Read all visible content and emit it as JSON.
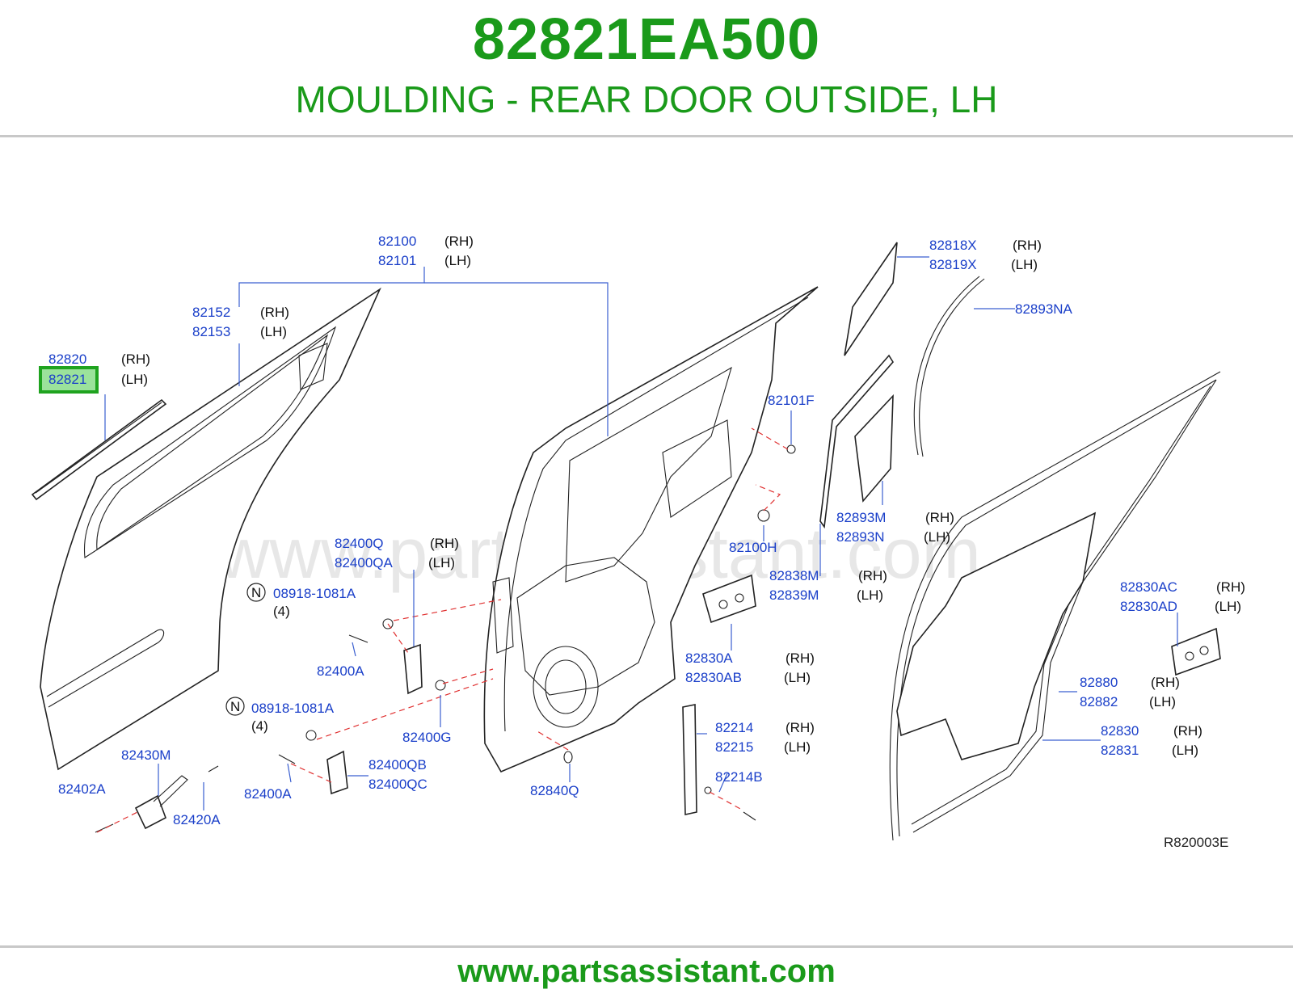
{
  "header": {
    "part_number": "82821EA500",
    "description": "MOULDING - REAR DOOR OUTSIDE, LH"
  },
  "watermark": "www.partsassistant.com",
  "footer": {
    "url": "www.partsassistant.com"
  },
  "diagram": {
    "reference_code": "R820003E",
    "highlight_color": "#9be29b",
    "callouts": [
      {
        "id": "82100",
        "side": "(RH)"
      },
      {
        "id": "82101",
        "side": "(LH)"
      },
      {
        "id": "82152",
        "side": "(RH)"
      },
      {
        "id": "82153",
        "side": "(LH)"
      },
      {
        "id": "82820",
        "side": "(RH)"
      },
      {
        "id": "82821",
        "side": "(LH)",
        "highlighted": true
      },
      {
        "id": "82818X",
        "side": "(RH)"
      },
      {
        "id": "82819X",
        "side": "(LH)"
      },
      {
        "id": "82893NA",
        "side": ""
      },
      {
        "id": "82101F",
        "side": ""
      },
      {
        "id": "82100H",
        "side": ""
      },
      {
        "id": "82893M",
        "side": "(RH)"
      },
      {
        "id": "82893N",
        "side": "(LH)"
      },
      {
        "id": "82838M",
        "side": "(RH)"
      },
      {
        "id": "82839M",
        "side": "(LH)"
      },
      {
        "id": "82400Q",
        "side": "(RH)"
      },
      {
        "id": "82400QA",
        "side": "(LH)"
      },
      {
        "id": "08918-1081A",
        "side": "(4)",
        "badge": "N"
      },
      {
        "id": "82400A",
        "side": ""
      },
      {
        "id": "82400G",
        "side": ""
      },
      {
        "id": "08918-1081A",
        "side": "(4)",
        "badge": "N"
      },
      {
        "id": "82430M",
        "side": ""
      },
      {
        "id": "82400QB",
        "side": ""
      },
      {
        "id": "82400QC",
        "side": ""
      },
      {
        "id": "82402A",
        "side": ""
      },
      {
        "id": "82420A",
        "side": ""
      },
      {
        "id": "82400A",
        "side": ""
      },
      {
        "id": "82840Q",
        "side": ""
      },
      {
        "id": "82830A",
        "side": "(RH)"
      },
      {
        "id": "82830AB",
        "side": "(LH)"
      },
      {
        "id": "82214",
        "side": "(RH)"
      },
      {
        "id": "82215",
        "side": "(LH)"
      },
      {
        "id": "82214B",
        "side": ""
      },
      {
        "id": "82830AC",
        "side": "(RH)"
      },
      {
        "id": "82830AD",
        "side": "(LH)"
      },
      {
        "id": "82880",
        "side": "(RH)"
      },
      {
        "id": "82882",
        "side": "(LH)"
      },
      {
        "id": "82830",
        "side": "(RH)"
      },
      {
        "id": "82831",
        "side": "(LH)"
      }
    ]
  }
}
